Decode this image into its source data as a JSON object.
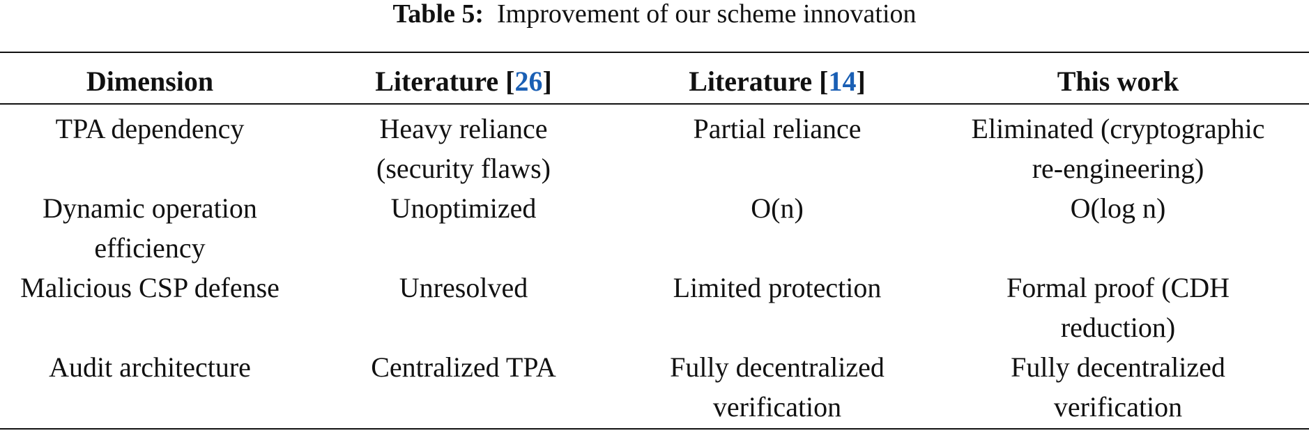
{
  "caption": {
    "label": "Table 5:",
    "text": "Improvement of our scheme innovation"
  },
  "colors": {
    "reference_link": "#1a5fb4",
    "text": "#111111"
  },
  "table": {
    "headers": [
      {
        "text": "Dimension",
        "prefix": "",
        "ref": "",
        "suffix": ""
      },
      {
        "text": "",
        "prefix": "Literature [",
        "ref": "26",
        "suffix": "]"
      },
      {
        "text": "",
        "prefix": "Literature [",
        "ref": "14",
        "suffix": "]"
      },
      {
        "text": "This work",
        "prefix": "",
        "ref": "",
        "suffix": ""
      }
    ],
    "rows": [
      {
        "cells": [
          [
            "TPA dependency"
          ],
          [
            "Heavy reliance",
            "(security flaws)"
          ],
          [
            "Partial reliance"
          ],
          [
            "Eliminated (cryptographic",
            "re-engineering)"
          ]
        ]
      },
      {
        "cells": [
          [
            "Dynamic operation",
            "efficiency"
          ],
          [
            "Unoptimized"
          ],
          [
            "O(n)"
          ],
          [
            "O(log n)"
          ]
        ]
      },
      {
        "cells": [
          [
            "Malicious CSP defense"
          ],
          [
            "Unresolved"
          ],
          [
            "Limited protection"
          ],
          [
            "Formal proof (CDH",
            "reduction)"
          ]
        ]
      },
      {
        "cells": [
          [
            "Audit architecture"
          ],
          [
            "Centralized TPA"
          ],
          [
            "Fully decentralized",
            "verification"
          ],
          [
            "Fully decentralized",
            "verification"
          ]
        ]
      }
    ]
  }
}
